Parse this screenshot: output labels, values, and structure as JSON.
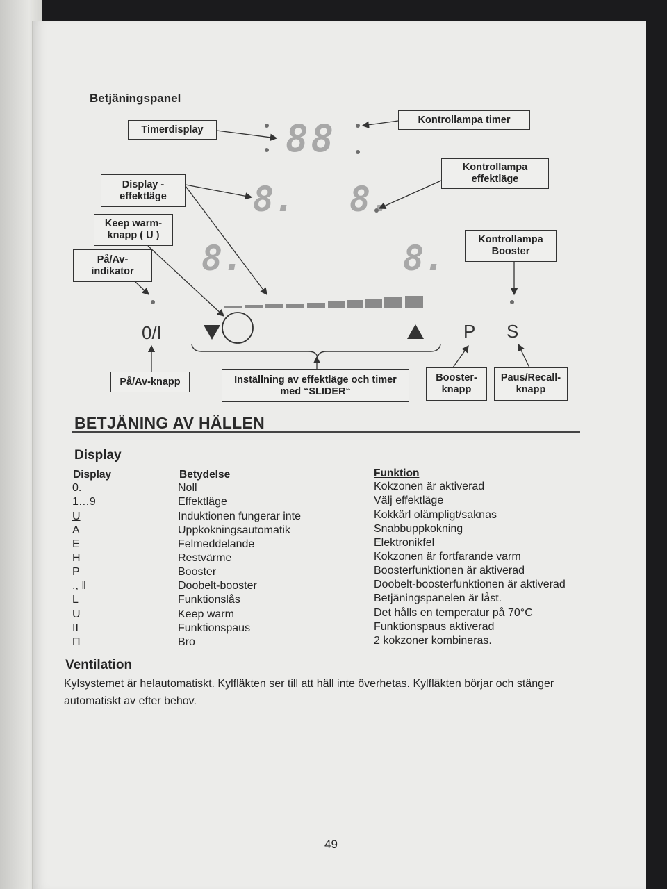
{
  "panel": {
    "title": "Betjäningspanel",
    "labels": {
      "timerdisplay": "Timerdisplay",
      "kontrollampa_timer": "Kontrollampa timer",
      "display_effektlage": "Display - effektläge",
      "kontrollampa_effektlage": "Kontrollampa effektläge",
      "keep_warm_knapp": "Keep warm- knapp ( U )",
      "kontrollampa_booster": "Kontrollampa Booster",
      "pa_av_indikator": "På/Av- indikator",
      "pa_av_knapp": "På/Av-knapp",
      "installning_slider": "Inställning av effektläge och timer med “SLIDER“",
      "booster_knapp": "Booster- knapp",
      "paus_recall_knapp": "Paus/Recall- knapp"
    },
    "displays": {
      "timer": "88",
      "zone_digit": "8."
    },
    "symbols": {
      "on_off": "0/I",
      "booster": "P",
      "pause": "S"
    }
  },
  "section": {
    "title": "BETJÄNING AV HÄLLEN",
    "display_heading": "Display",
    "columns": [
      "Display",
      "Betydelse",
      "Funktion"
    ],
    "rows": [
      {
        "display": "0.",
        "betydelse": "Noll",
        "funktion": "Kokzonen är aktiverad"
      },
      {
        "display": "1…9",
        "betydelse": "Effektläge",
        "funktion": "Välj effektläge"
      },
      {
        "display": "U",
        "betydelse": "Induktionen fungerar inte",
        "funktion": "Kokkärl olämpligt/saknas"
      },
      {
        "display": "A",
        "betydelse": "Uppkokningsautomatik",
        "funktion": "Snabbuppkokning"
      },
      {
        "display": "E",
        "betydelse": "Felmeddelande",
        "funktion": "Elektronikfel"
      },
      {
        "display": "H",
        "betydelse": "Restvärme",
        "funktion": "Kokzonen är fortfarande varm"
      },
      {
        "display": "P",
        "betydelse": "Booster",
        "funktion": "Boosterfunktionen är aktiverad"
      },
      {
        "display": ",, ‖",
        "betydelse": "Doobelt-booster",
        "funktion": "Doobelt-boosterfunktionen är aktiverad"
      },
      {
        "display": "L",
        "betydelse": "Funktionslås",
        "funktion": "Betjäningspanelen är låst."
      },
      {
        "display": "U",
        "betydelse": "Keep warm",
        "funktion": "Det hålls en temperatur på 70°C"
      },
      {
        "display": "II",
        "betydelse": "Funktionspaus",
        "funktion": "Funktionspaus aktiverad"
      },
      {
        "display": "Π",
        "betydelse": "Bro",
        "funktion": "2 kokzoner kombineras."
      }
    ],
    "ventilation_heading": "Ventilation",
    "ventilation_text": "Kylsystemet är helautomatiskt. Kylfläkten ser till att häll inte överhetas. Kylfläkten börjar och stänger automatiskt av efter behov."
  },
  "page_number": "49",
  "colors": {
    "paper": "#ececea",
    "ink": "#242424",
    "segment": "#a8a8a8",
    "background": "#1b1b1d"
  }
}
